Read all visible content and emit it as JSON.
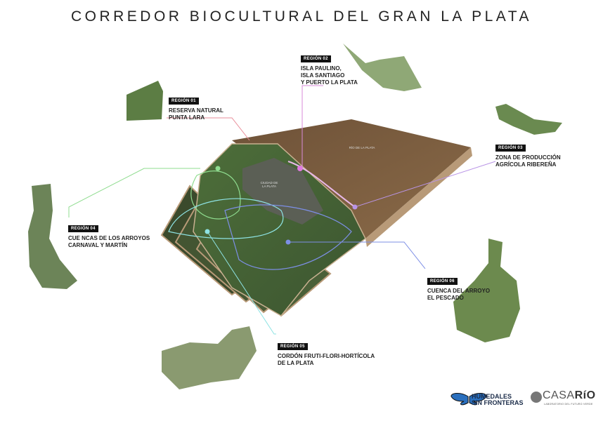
{
  "title": "CORREDOR BIOCULTURAL DEL GRAN LA PLATA",
  "map": {
    "river_label": "RÍO DE LA PLATA",
    "city_label": "CIUDAD DE LA PLATA"
  },
  "regions": [
    {
      "badge": "REGIÓN 01",
      "lines": [
        "RESERVA NATURAL",
        "PUNTA LARA"
      ],
      "color": "#e98c98"
    },
    {
      "badge": "REGIÓN 02",
      "lines": [
        "ISLA PAULINO,",
        "ISLA SANTIAGO",
        "Y PUERTO LA PLATA"
      ],
      "color": "#d98ad9"
    },
    {
      "badge": "REGIÓN 03",
      "lines": [
        "ZONA DE PRODUCCIÓN",
        "AGRÍCOLA RIBEREÑA"
      ],
      "color": "#b994e6"
    },
    {
      "badge": "REGIÓN 04",
      "lines": [
        "CUE NCAS DE LOS ARROYOS",
        "CARNAVAL Y MARTÍN"
      ],
      "color": "#8fdc8f"
    },
    {
      "badge": "REGIÓN 05",
      "lines": [
        "CORDÓN FRUTI-FLORI-HORTÍCOLA",
        "DE LA PLATA"
      ],
      "color": "#8ee3e3"
    },
    {
      "badge": "REGIÓN 06",
      "lines": [
        "CUENCA DEL ARROYO",
        "EL PESCADO"
      ],
      "color": "#7d8fe6"
    }
  ],
  "logos": {
    "humedales": [
      "HUMEDALES",
      "SIN FRONTERAS"
    ],
    "casario": "CASA",
    "casario_bold": "RíO",
    "casario_sub": "LABORATORIO DEL FUTURO VERDE"
  }
}
